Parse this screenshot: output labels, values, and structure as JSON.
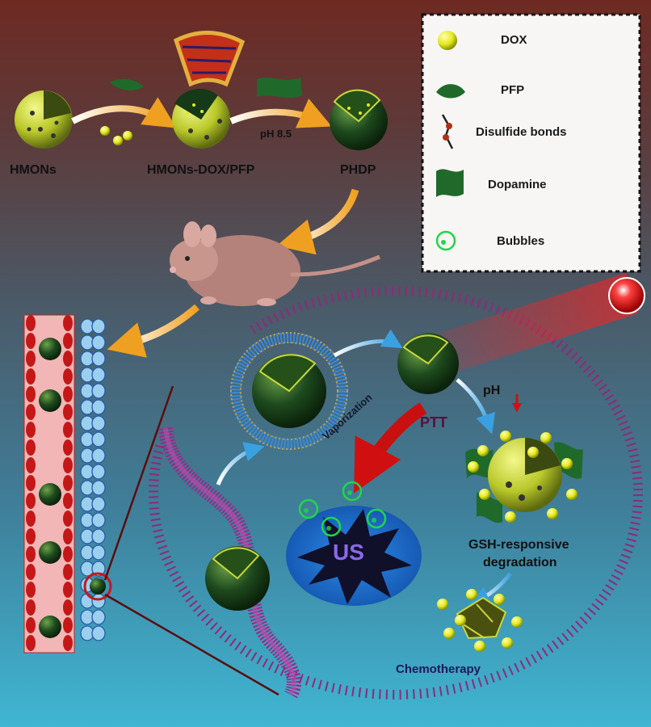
{
  "synthesis": {
    "step1": "HMONs",
    "step2": "HMONs-DOX/PFP",
    "step3": "PHDP",
    "condition": "pH 8.5"
  },
  "legend": {
    "items": [
      {
        "icon": "yellow-sphere",
        "label": "DOX"
      },
      {
        "icon": "green-drop",
        "label": "PFP"
      },
      {
        "icon": "chain-link",
        "label": "Disulfide bonds"
      },
      {
        "icon": "green-ribbon",
        "label": "Dopamine"
      },
      {
        "icon": "green-ring",
        "label": "Bubbles"
      }
    ]
  },
  "cell": {
    "vaporization": "Vaporization",
    "ptt": "PTT",
    "ph": "pH",
    "us": "US",
    "gsh_line1": "GSH-responsive",
    "gsh_line2": "degradation",
    "chemo": "Chemotherapy"
  },
  "colors": {
    "nanoparticle_dark": "#1f4a1f",
    "shell_yellow": "#c9d83a",
    "dox_yellow": "#e8ee2a",
    "membrane": "#8e2a7a",
    "laser_red": "#e01818",
    "arrow_orange": "#f0a020",
    "arrow_blue": "#3aa0e0",
    "us_blue": "#1a6fd8",
    "vessel": "#f2b6b6"
  }
}
